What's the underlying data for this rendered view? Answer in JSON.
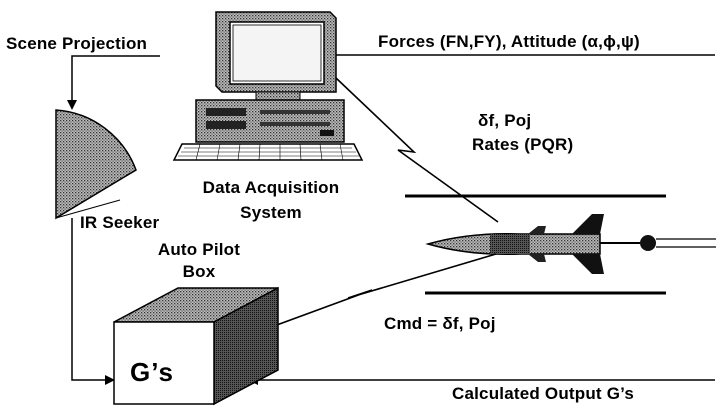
{
  "labels": {
    "scene_projection": "Scene Projection",
    "forces_attitude": "Forces (FN,FY), Attitude (α,ϕ,ψ)",
    "delta_poj": "δf, Poj",
    "rates_pqr": "Rates (PQR)",
    "daq_line1": "Data Acquisition",
    "daq_line2": "System",
    "ir_seeker": "IR Seeker",
    "autopilot_line1": "Auto Pilot",
    "autopilot_line2": "Box",
    "gs": "G’s",
    "cmd": "Cmd = δf, Poj",
    "calculated_output": "Calculated Output G’s"
  },
  "colors": {
    "ink": "#000000",
    "stipple": "#777777",
    "background": "#ffffff"
  },
  "icons": {
    "computer": "computer-workstation-icon",
    "seeker": "ir-seeker-icon",
    "missile": "missile-icon",
    "box": "autopilot-box-icon"
  }
}
